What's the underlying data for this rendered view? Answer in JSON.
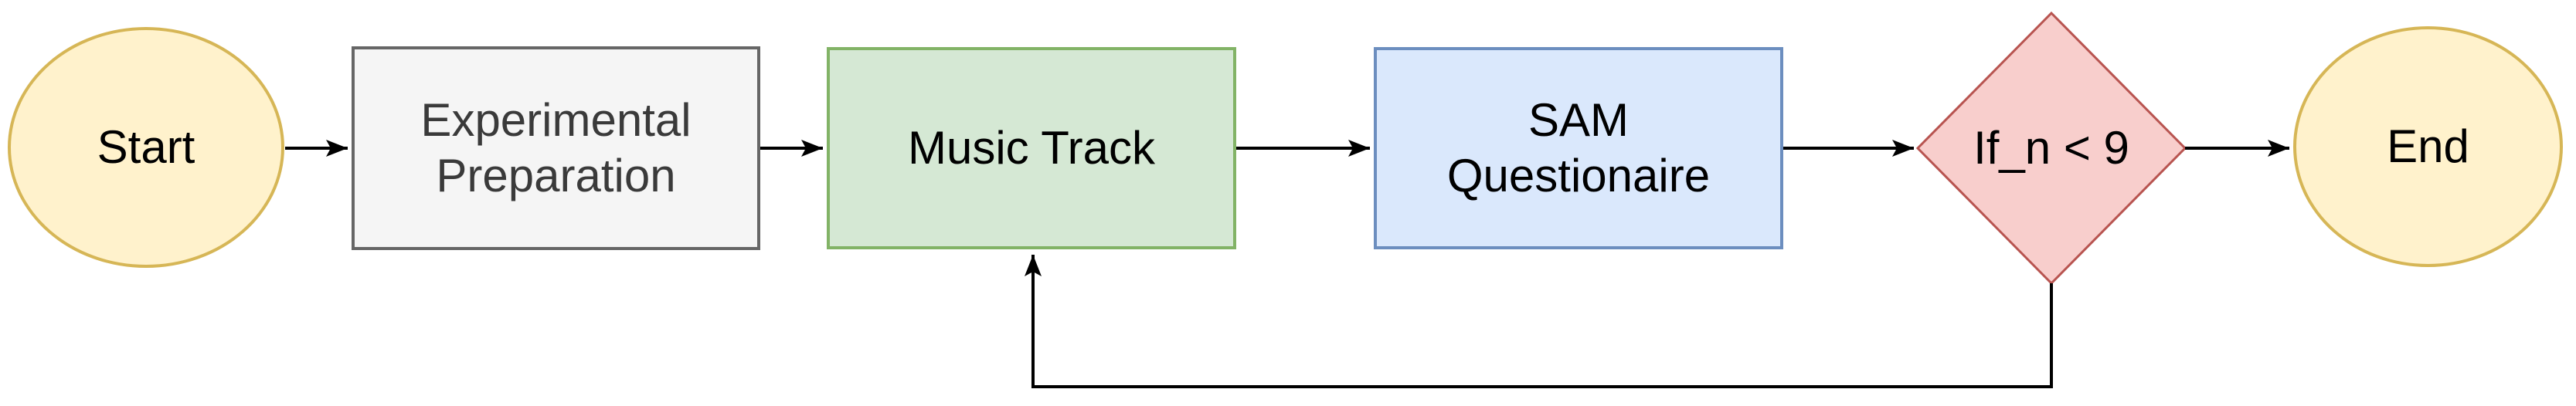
{
  "diagram": {
    "type": "flowchart",
    "background": "#FFFFFF",
    "connector_color": "#000000",
    "nodes": [
      {
        "id": "start",
        "shape": "ellipse",
        "label": "Start",
        "fill": "#FFF2CC",
        "border": "#D6B656",
        "text_color": "#000000"
      },
      {
        "id": "experimental-preparation",
        "shape": "rectangle",
        "label": "Experimental\nPreparation",
        "fill": "#F5F5F5",
        "border": "#666666",
        "text_color": "#3A3A3A"
      },
      {
        "id": "music-track",
        "shape": "rectangle",
        "label": "Music Track",
        "fill": "#D5E8D4",
        "border": "#82B366",
        "text_color": "#000000"
      },
      {
        "id": "sam-questionaire",
        "shape": "rectangle",
        "label": "SAM\nQuestionaire",
        "fill": "#DAE8FC",
        "border": "#6C8EBF",
        "text_color": "#000000"
      },
      {
        "id": "decision",
        "shape": "diamond",
        "label": "If_n < 9",
        "fill": "#F8CECC",
        "border": "#B85450",
        "text_color": "#000000"
      },
      {
        "id": "end",
        "shape": "ellipse",
        "label": "End",
        "fill": "#FFF2CC",
        "border": "#D6B656",
        "text_color": "#000000"
      }
    ],
    "edges": [
      {
        "from": "start",
        "to": "experimental-preparation",
        "style": "straight-arrow"
      },
      {
        "from": "experimental-preparation",
        "to": "music-track",
        "style": "straight-arrow"
      },
      {
        "from": "music-track",
        "to": "sam-questionaire",
        "style": "straight-arrow"
      },
      {
        "from": "sam-questionaire",
        "to": "decision",
        "style": "straight-arrow"
      },
      {
        "from": "decision",
        "to": "end",
        "style": "straight-arrow"
      },
      {
        "from": "decision",
        "to": "music-track",
        "style": "orthogonal-loop-bottom"
      }
    ]
  }
}
